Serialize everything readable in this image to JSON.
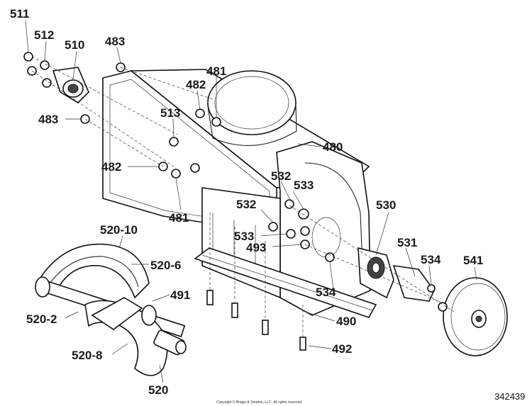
{
  "labels": {
    "p511": "511",
    "p512": "512",
    "p510": "510",
    "p483a": "483",
    "p483b": "483",
    "p481a": "481",
    "p482a": "482",
    "p513": "513",
    "p480": "480",
    "p482b": "482",
    "p481b": "481",
    "p532a": "532",
    "p533a": "533",
    "p532b": "532",
    "p530": "530",
    "p533b": "533",
    "p493": "493",
    "p531": "531",
    "p534a": "534",
    "p541": "541",
    "p520_10": "520-10",
    "p520_6": "520-6",
    "p491": "491",
    "p534b": "534",
    "p520_2": "520-2",
    "p490": "490",
    "p492": "492",
    "p520_8": "520-8",
    "p520": "520"
  },
  "copyright": "Copyright © Briggs & Stratton, LLC. All rights reserved.",
  "diagram_id": "342439"
}
